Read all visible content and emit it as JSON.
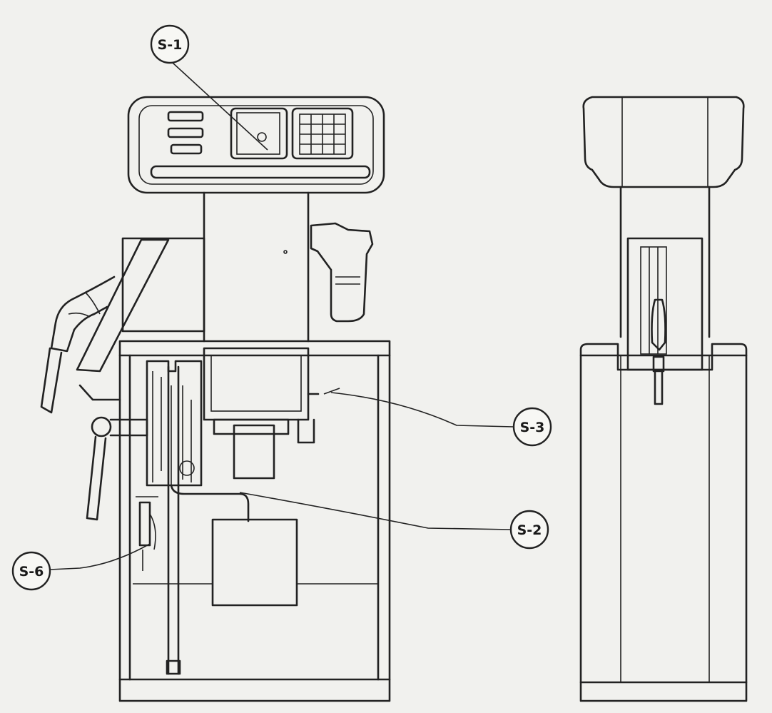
{
  "diagram": {
    "callouts": [
      {
        "id": "s1",
        "label": "S-1"
      },
      {
        "id": "s2",
        "label": "S-2"
      },
      {
        "id": "s3",
        "label": "S-3"
      },
      {
        "id": "s6",
        "label": "S-6"
      }
    ]
  }
}
